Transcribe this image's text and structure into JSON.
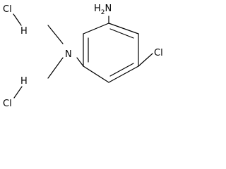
{
  "molecule": {
    "atoms": {
      "amine_n": "H",
      "amine_n_sub": "2",
      "amine_n_tail": "N",
      "dimethyl_n": "N",
      "chloro": "Cl"
    },
    "salt": [
      {
        "cl": "Cl",
        "h": "H"
      },
      {
        "cl": "Cl",
        "h": "H"
      }
    ]
  },
  "colors": {
    "bond": "#000000",
    "text": "#000000",
    "background": "#ffffff"
  }
}
